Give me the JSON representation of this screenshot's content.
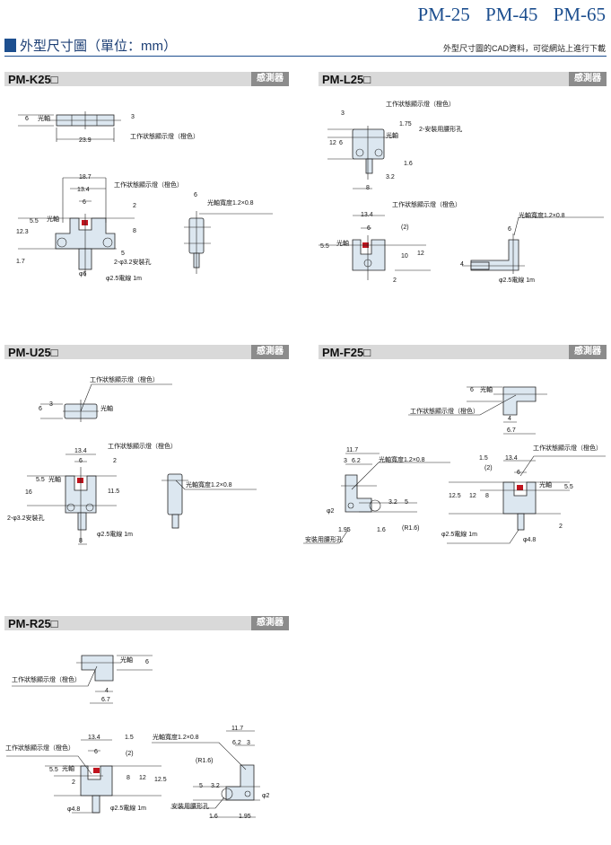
{
  "header": {
    "series": "PM-25 PM-45 PM-65",
    "section_title": "外型尺寸圖（單位：mm）",
    "note": "外型尺寸圖的CAD資料，可從網站上進行下載"
  },
  "colors": {
    "brand": "#1d4f8f",
    "led": "#c0141e",
    "body": "#dce7f0",
    "bar": "#d9d9d9",
    "badge": "#8c8c8c"
  },
  "sections": [
    {
      "model": "PM-K25□",
      "badge": "感測器",
      "labels": [
        "6",
        "光軸",
        "3",
        "23.9",
        "工作狀態顯示燈（橙色）",
        "18.7",
        "工作狀態顯示燈（橙色）",
        "13.4",
        "6",
        "2",
        "5.5",
        "光軸",
        "12.3",
        "8",
        "6",
        "光軸寬度1.2×0.8",
        "1.7",
        "5",
        "2-φ3.2安裝孔",
        "φ6",
        "φ2.5電線 1m"
      ]
    },
    {
      "model": "PM-L25□",
      "badge": "感測器",
      "labels": [
        "工作狀態顯示燈（橙色）",
        "3",
        "1.75",
        "2-安裝用腰形孔",
        "12",
        "6",
        "光軸",
        "1.6",
        "3.2",
        "8",
        "工作狀態顯示燈（橙色）",
        "13.4",
        "6",
        "(2)",
        "5.5",
        "光軸",
        "10",
        "12",
        "2",
        "光軸寬度1.2×0.8",
        "6",
        "4",
        "φ2.5電線 1m"
      ]
    },
    {
      "model": "PM-U25□",
      "badge": "感測器",
      "labels": [
        "工作狀態顯示燈（橙色）",
        "6",
        "3",
        "光軸",
        "工作狀態顯示燈（橙色）",
        "13.4",
        "6",
        "2",
        "5.5",
        "光軸",
        "16",
        "11.5",
        "光軸寬度1.2×0.8",
        "2-φ3.2安裝孔",
        "φ2.5電線 1m",
        "8"
      ]
    },
    {
      "model": "PM-F25□",
      "badge": "感測器",
      "labels": [
        "6",
        "光軸",
        "工作狀態顯示燈（橙色）",
        "4",
        "6.7",
        "11.7",
        "3",
        "6.2",
        "光軸寬度1.2×0.8",
        "3.2",
        "5",
        "φ2",
        "1.95",
        "1.6",
        "(R1.6)",
        "安裝用腰形孔",
        "工作狀態顯示燈（橙色）",
        "1.5",
        "13.4",
        "(2)",
        "6",
        "光軸",
        "5.5",
        "12.5",
        "12",
        "8",
        "2",
        "φ2.5電線 1m",
        "φ4.8"
      ]
    },
    {
      "model": "PM-R25□",
      "badge": "感測器",
      "labels": [
        "光軸",
        "6",
        "工作狀態顯示燈（橙色）",
        "4",
        "6.7",
        "13.4",
        "1.5",
        "工作狀態顯示燈（橙色）",
        "6",
        "(2)",
        "5.5",
        "光軸",
        "8",
        "12",
        "12.5",
        "2",
        "φ2.5電線 1m",
        "φ4.8",
        "11.7",
        "光軸寬度1.2×0.8",
        "6.2",
        "3",
        "(R1.6)",
        "5",
        "3.2",
        "φ2",
        "安裝用腰形孔",
        "1.6",
        "1.95"
      ]
    }
  ]
}
